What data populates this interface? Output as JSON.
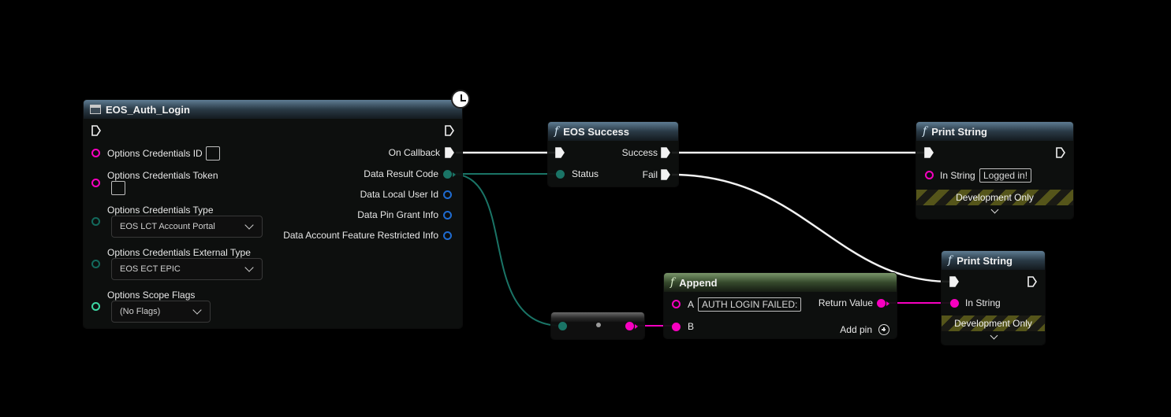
{
  "colors": {
    "exec": "#ffffff",
    "string_pin": "#f700c0",
    "enum_pin": "#1a7466",
    "struct_pin": "#1f6bd0",
    "flags_pin": "#3dd6a3"
  },
  "auth_node": {
    "title": "EOS_Auth_Login",
    "icon": "event-node-icon",
    "badge_icon": "clock-icon",
    "inputs": {
      "credentials_id": "Options Credentials ID",
      "credentials_token": "Options Credentials Token",
      "credentials_type": "Options Credentials Type",
      "credentials_type_value": "EOS LCT Account Portal",
      "credentials_external_type": "Options Credentials External Type",
      "credentials_external_type_value": "EOS ECT EPIC",
      "scope_flags": "Options Scope Flags",
      "scope_flags_value": "(No Flags)"
    },
    "outputs": {
      "on_callback": "On Callback",
      "data_result_code": "Data Result Code",
      "data_local_user_id": "Data Local User Id",
      "data_pin_grant_info": "Data Pin Grant Info",
      "data_account_feature": "Data Account Feature Restricted Info"
    }
  },
  "success_node": {
    "title": "EOS Success",
    "icon": "function-icon",
    "status_label": "Status",
    "success_label": "Success",
    "fail_label": "Fail"
  },
  "print_top": {
    "title": "Print String",
    "icon": "function-icon",
    "in_string_label": "In String",
    "in_string_value": "Logged in!",
    "dev_only": "Development Only"
  },
  "print_bottom": {
    "title": "Print String",
    "icon": "function-icon",
    "in_string_label": "In String",
    "dev_only": "Development Only"
  },
  "append_node": {
    "title": "Append",
    "icon": "function-icon",
    "a_label": "A",
    "a_value": "AUTH LOGIN FAILED:",
    "b_label": "B",
    "return_label": "Return Value",
    "add_pin_label": "Add pin"
  },
  "convert_node": {
    "icon": "conversion-node"
  }
}
